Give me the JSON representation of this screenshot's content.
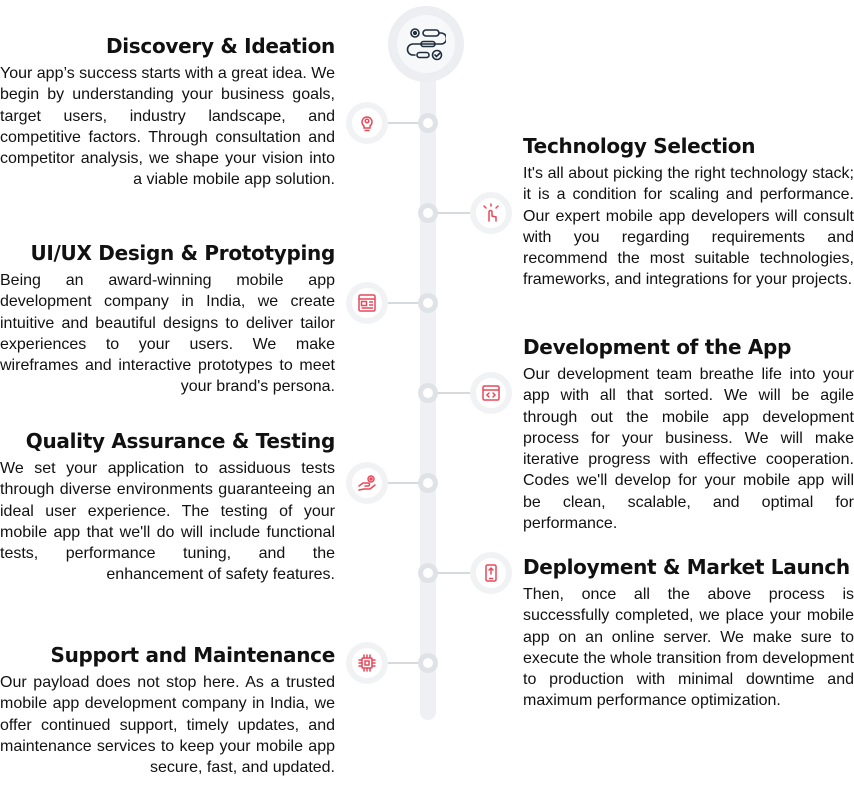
{
  "steps": [
    {
      "title": "Discovery & Ideation",
      "text": "Your app’s success starts with a great idea. We begin by understanding your business goals, target users, industry landscape, and competitive factors. Through consultation and competitor analysis, we shape your vision into a viable mobile app solution.",
      "icon": "lightbulb-gear-icon"
    },
    {
      "title": "Technology Selection",
      "text": "It's all about picking the right technology stack; it is a condition for scaling and performance. Our expert mobile app developers will consult with you regarding requirements and recommend the most suitable technologies, frameworks, and integrations for your projects.",
      "icon": "hand-touch-icon"
    },
    {
      "title": "UI/UX Design & Prototyping",
      "text": "Being an award-winning mobile app development company in India, we create intuitive and beautiful designs to deliver tailor experiences to your users. We make wireframes and interactive prototypes to meet your brand's persona.",
      "icon": "wireframe-icon"
    },
    {
      "title": "Development of the App",
      "text": "Our development team breathe life into your app with all that sorted. We will be agile through out the mobile app development process for your business. We will make iterative progress with effective cooperation. Codes we'll develop for your mobile app will be clean, scalable, and optimal for performance.",
      "icon": "code-window-icon"
    },
    {
      "title": "Quality Assurance & Testing",
      "text": "We set your application to assiduous tests through diverse environments guaranteeing an ideal user experience. The testing of your mobile app that we'll do will include functional tests, performance tuning, and the enhancement of safety features.",
      "icon": "hand-gear-icon"
    },
    {
      "title": "Deployment & Market Launch",
      "text": "Then, once all the above process is successfully completed, we place your mobile app on an online server. We make sure to execute the whole transition from development to production with minimal downtime and maximum performance optimization.",
      "icon": "mobile-launch-icon"
    },
    {
      "title": "Support and Maintenance",
      "text": "Our payload does not stop here. As a trusted mobile app development company in India, we offer continued support, timely updates, and maintenance services to keep your mobile app secure, fast, and updated.",
      "icon": "chip-support-icon"
    }
  ],
  "hub_icon": "workflow-process-icon",
  "colors": {
    "accent": "#e8485a",
    "dark": "#1f2d3d",
    "track": "#eef0f3"
  }
}
